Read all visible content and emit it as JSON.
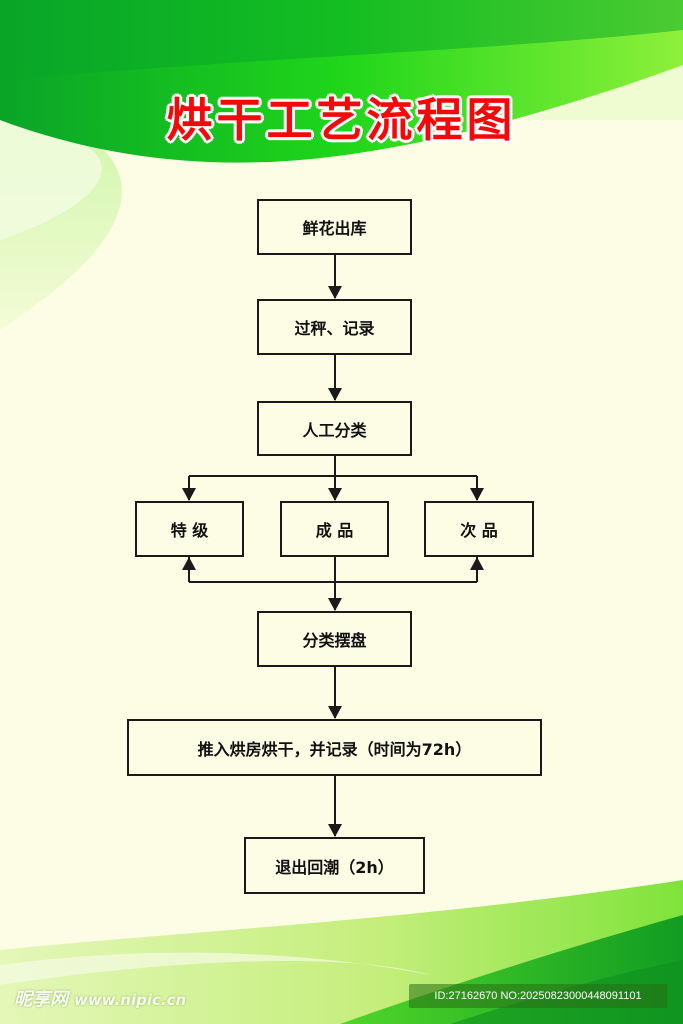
{
  "title": "烘干工艺流程图",
  "colors": {
    "title": "#f20a0a",
    "background": "#fdfde6",
    "accent_green": "#22c81a",
    "stroke": "#1a1a1a"
  },
  "nodes": {
    "step1": "鲜花出库",
    "step2": "过秤、记录",
    "step3": "人工分类",
    "grade_special": "特 级",
    "grade_finished": "成 品",
    "grade_inferior": "次 品",
    "step4": "分类摆盘",
    "step5": "推入烘房烘干，并记录（时间为72h）",
    "step6": "退出回潮（2h）"
  },
  "edges": [
    {
      "from": "step1",
      "to": "step2"
    },
    {
      "from": "step2",
      "to": "step3"
    },
    {
      "from": "step3",
      "to": "grade_special"
    },
    {
      "from": "step3",
      "to": "grade_finished"
    },
    {
      "from": "step3",
      "to": "grade_inferior"
    },
    {
      "from": "grade_finished",
      "to": "grade_special"
    },
    {
      "from": "grade_finished",
      "to": "grade_inferior"
    },
    {
      "from": "grade_finished",
      "to": "step4"
    },
    {
      "from": "step4",
      "to": "step5"
    },
    {
      "from": "step5",
      "to": "step6"
    }
  ],
  "watermark": {
    "brand": "昵享网",
    "url": "www.nipic.cn",
    "id_text": "ID:27162670 NO:20250823000448091101"
  }
}
